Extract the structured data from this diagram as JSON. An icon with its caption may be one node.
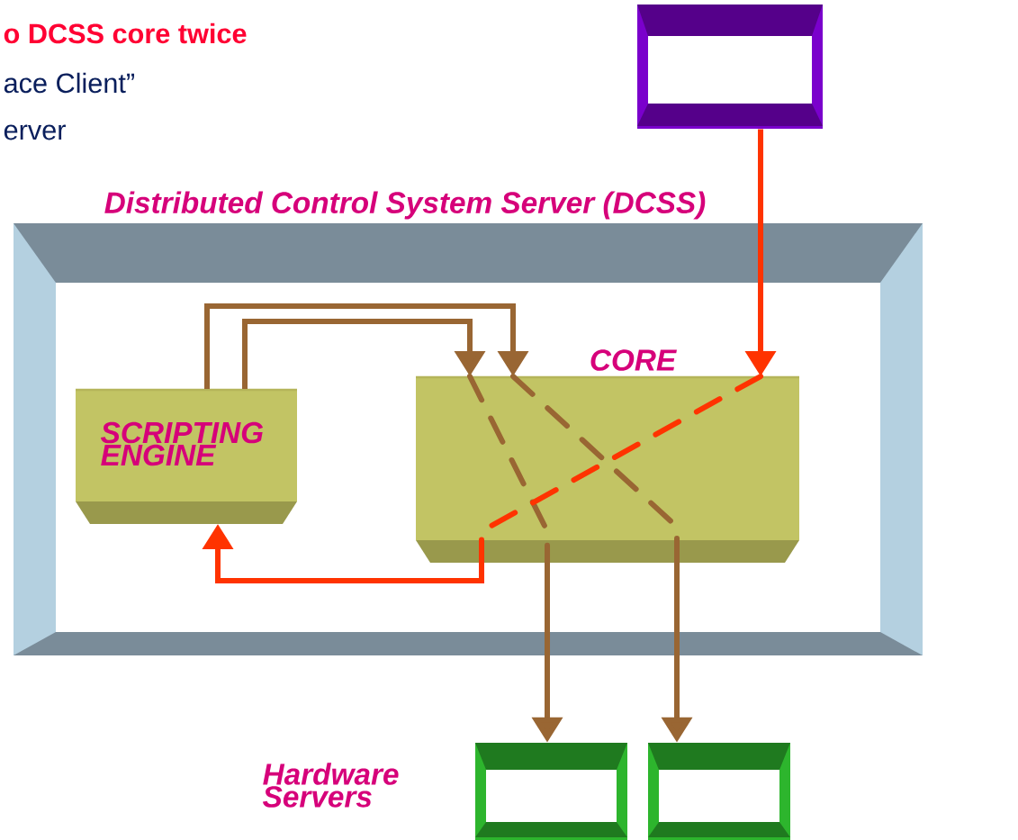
{
  "diagram": {
    "nodes": [
      {
        "text": [
          "Distributed Control System Server (DCSS)"
        ]
      },
      {
        "text": [
          "SCRIPTING ENGINE"
        ],
        "in": 0
      },
      {
        "text": [
          "CORE"
        ],
        "in": 0
      },
      {
        "text": [],
        "shape": "box"
      },
      {
        "text": [],
        "shape": "box"
      },
      {
        "text": [],
        "shape": "box"
      }
    ],
    "edges": [
      {
        "from": 1,
        "to": 2,
        "arrow": "to"
      },
      {
        "from": 1,
        "to": 2,
        "arrow": "to"
      },
      {
        "from": 2,
        "to": 4,
        "arrow": "to"
      },
      {
        "from": 2,
        "to": 5,
        "arrow": "to"
      },
      {
        "from": 3,
        "to": 2,
        "arrow": "to",
        "color": "#ff3300"
      },
      {
        "from": 2,
        "to": 1,
        "arrow": "to",
        "color": "#ff3300"
      }
    ],
    "labels": [
      "o DCSS core twice",
      "ace Client”",
      "erver",
      "Hardware Servers"
    ]
  }
}
